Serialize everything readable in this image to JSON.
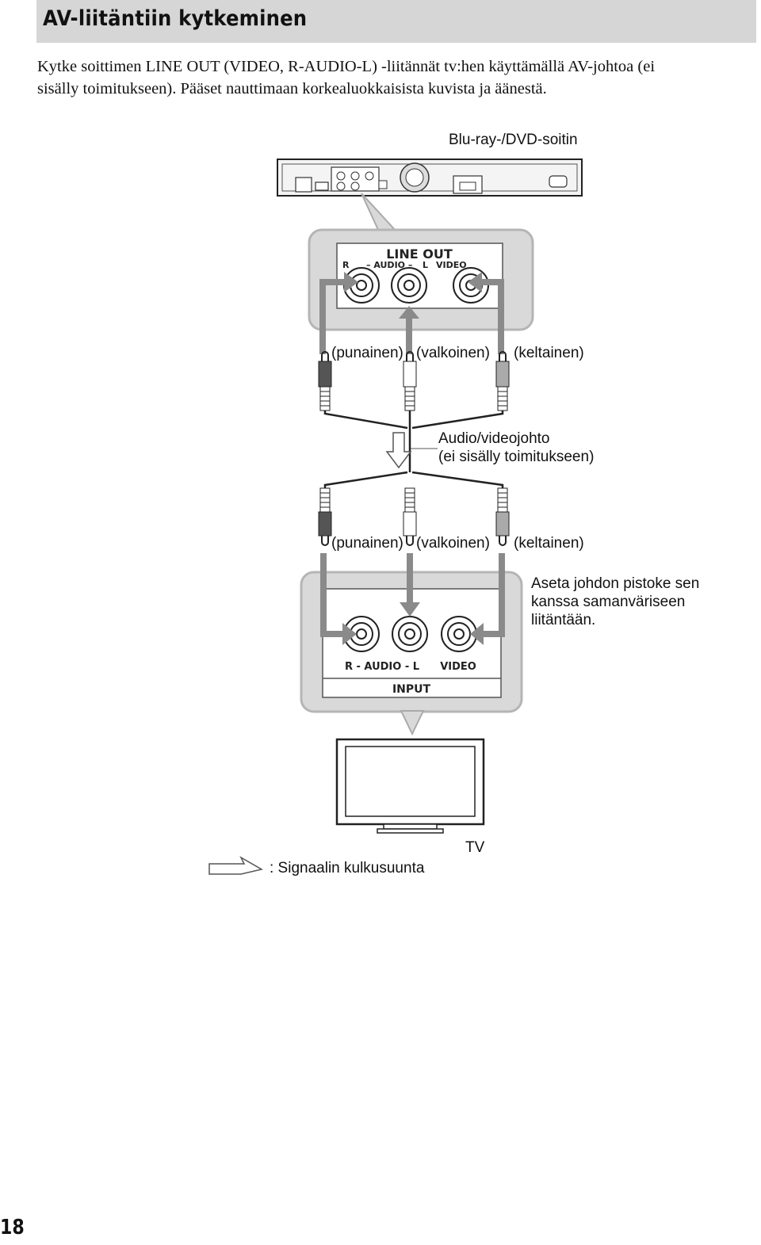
{
  "header": {
    "title": "AV-liitäntiin kytkeminen"
  },
  "intro": {
    "line1": "Kytke soittimen LINE OUT (VIDEO, R-AUDIO-L) -liitännät tv:hen käyttämällä AV-johtoa (ei",
    "line2": "sisälly toimitukseen). Pääset nauttimaan korkealuokkaisista kuvista ja äänestä."
  },
  "diagram": {
    "player_label": "Blu-ray-/DVD-soitin",
    "line_out_panel": {
      "title": "LINE OUT",
      "r": "R",
      "audio": "– AUDIO –",
      "l": "L",
      "video": "VIDEO"
    },
    "plug_colors_top": {
      "red": "(punainen)",
      "white": "(valkoinen)",
      "yellow": "(keltainen)"
    },
    "cable_label_1": "Audio/videojohto",
    "cable_label_2": "(ei sisälly toimitukseen)",
    "plug_colors_bottom": {
      "red": "(punainen)",
      "white": "(valkoinen)",
      "yellow": "(keltainen)"
    },
    "note_line1": "Aseta johdon pistoke sen",
    "note_line2": "kanssa samanväriseen",
    "note_line3": "liitäntään.",
    "input_panel": {
      "audio": "R - AUDIO - L",
      "video": "VIDEO",
      "input": "INPUT"
    },
    "tv_label": "TV",
    "legend_text": ": Signaalin kulkusuunta"
  },
  "page": {
    "number": "18"
  },
  "colors": {
    "title_bar": "#d6d6d6",
    "panel_gray": "#d9d9d9",
    "arrow_gray": "#8a8a8a"
  }
}
